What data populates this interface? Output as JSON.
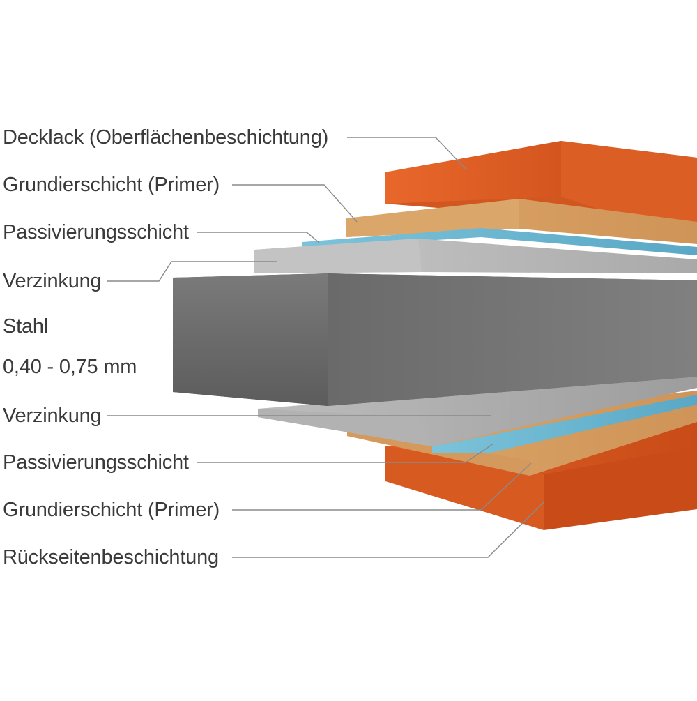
{
  "labels": {
    "top_coat": "Decklack (Oberflächenbeschichtung)",
    "primer_top": "Grundierschicht (Primer)",
    "passivation_top": "Passivierungsschicht",
    "galvanizing_top": "Verzinkung",
    "steel": "Stahl",
    "thickness": "0,40 - 0,75 mm",
    "galvanizing_bottom": "Verzinkung",
    "passivation_bottom": "Passivierungsschicht",
    "primer_bottom": "Grundierschicht (Primer)",
    "back_coat": "Rückseitenbeschichtung"
  },
  "colors": {
    "coating_orange": "#e0622a",
    "primer_tan": "#d9a468",
    "passivation_blue": "#6ab6d0",
    "zinc_gray": "#b8b8b8",
    "steel_gray": "#6e6e6e",
    "leader_line": "#8a8a8a",
    "text": "#3a3a3a"
  }
}
